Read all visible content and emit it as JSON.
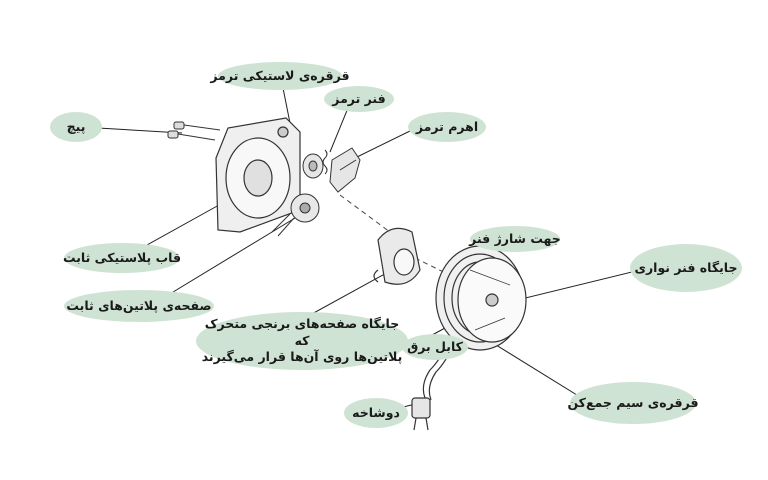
{
  "labels": {
    "screw": "پیچ",
    "brake_plastic_spool": "قرقره‌ی لاستیکی ترمز",
    "brake_spring": "فنر ترمز",
    "brake_lever": "اهرم ترمز",
    "fixed_plastic_frame": "قاب پلاستیکی ثابت",
    "fixed_platinum_plate": "صفحه‌ی پلاتین‌های ثابت",
    "spring_charge_direction": "جهت شارژ فنر",
    "leaf_spring_seat": "جایگاه فنر نواری",
    "brass_plate_seat_line1": "جایگاه صفحه‌های برنجی متحرک که",
    "brass_plate_seat_line2": "پلاتین‌ها روی آن‌ها قرار می‌گیرند",
    "power_cable": "کابل برق",
    "cord_reel": "قرقره‌ی سیم جمع‌کن",
    "two_pin_plug": "دوشاخه"
  },
  "colors": {
    "label_fill": "#cfe3d4",
    "line": "#222222",
    "drawing": "#333333",
    "part_fill": "#e6e6e6"
  }
}
